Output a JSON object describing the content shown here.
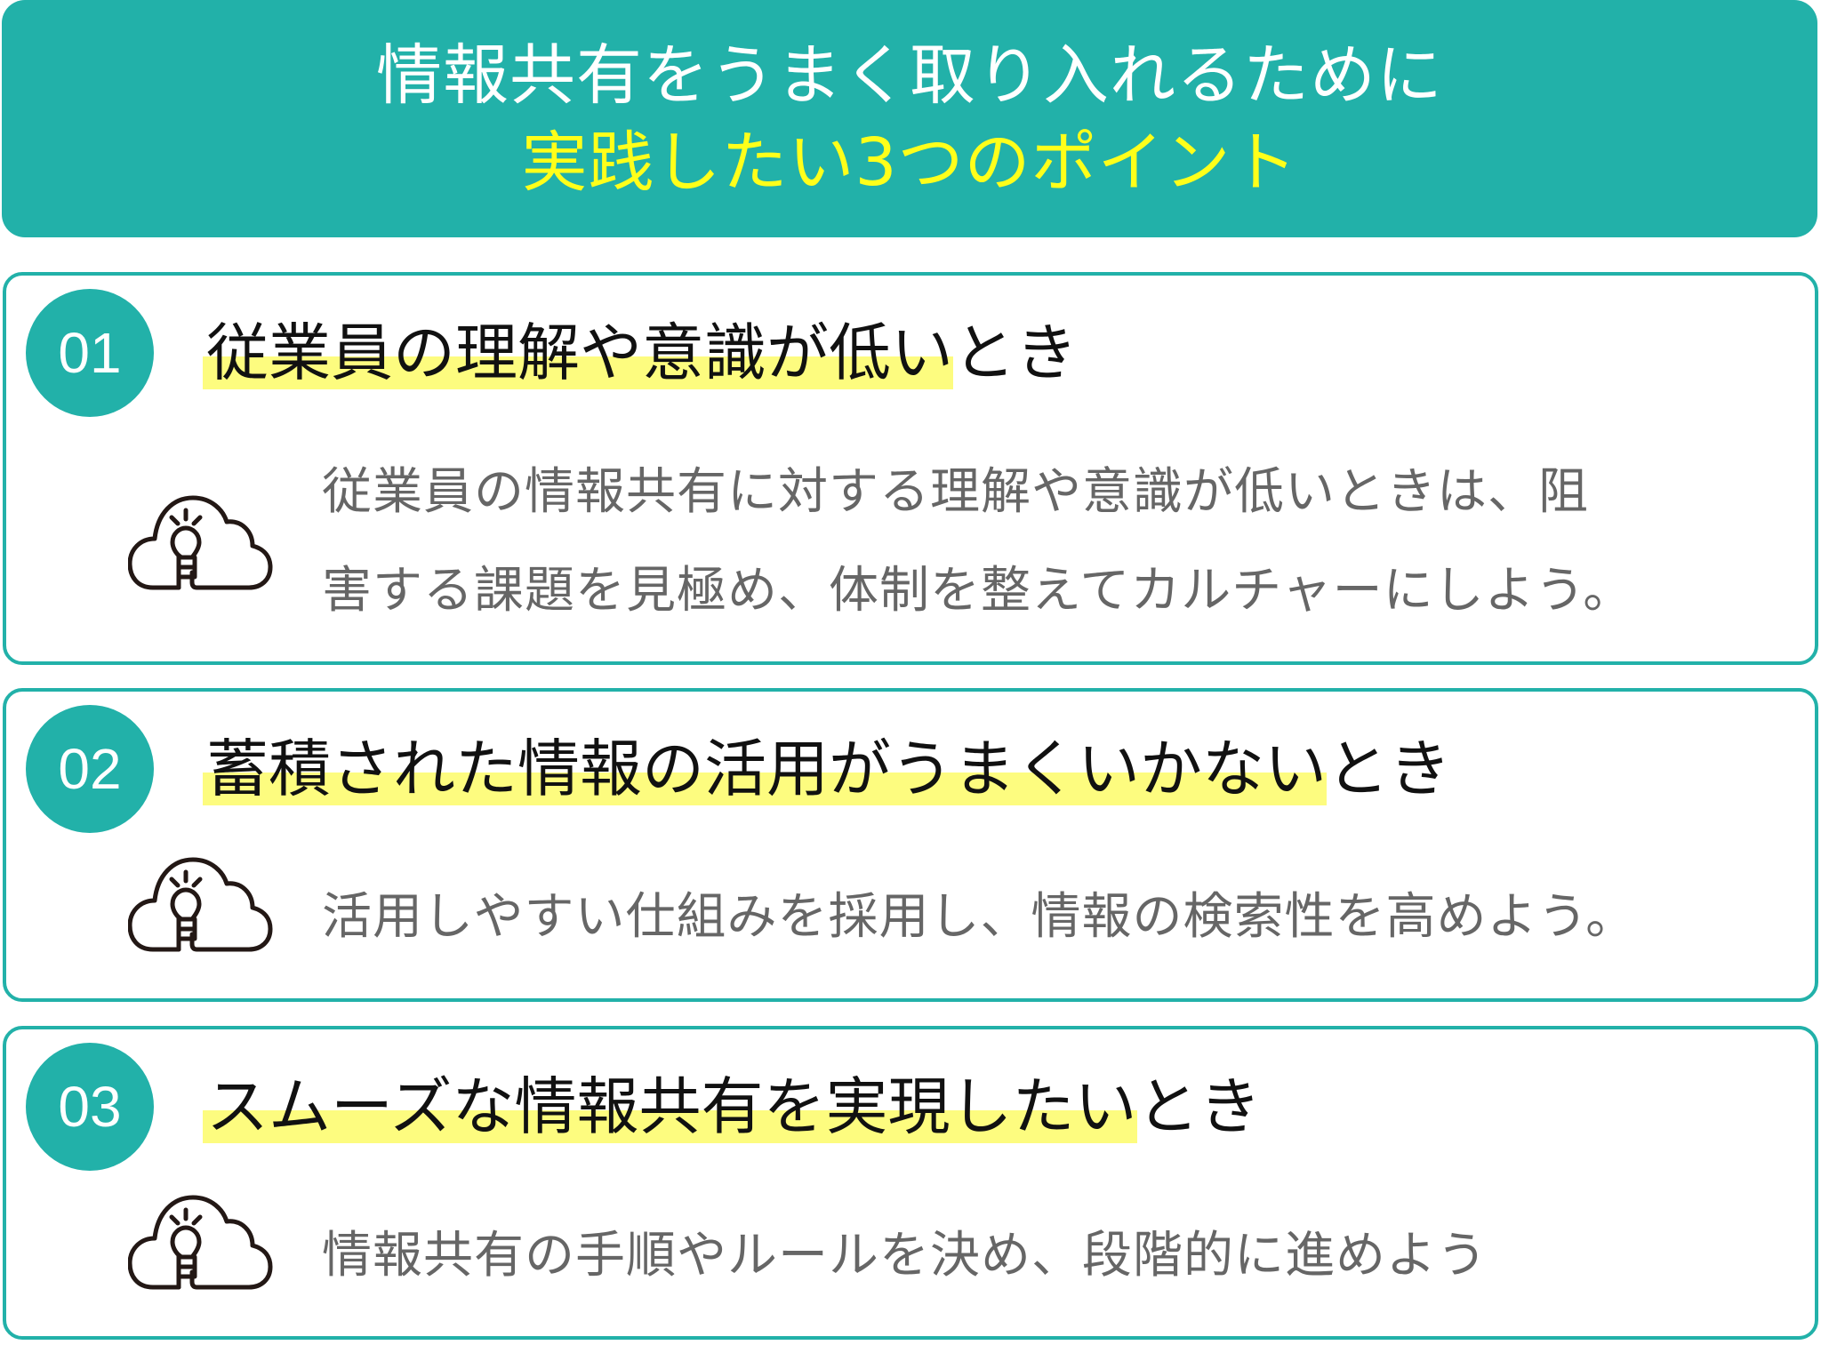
{
  "header": {
    "line1": "情報共有をうまく取り入れるために",
    "line2": "実践したい3つのポイント"
  },
  "colors": {
    "accent": "#22b1a9",
    "header_highlight_text": "#ffff1a",
    "title_marker": "#fdfc7f",
    "body_text": "#666666"
  },
  "points": [
    {
      "number": "01",
      "title_highlight": "従業員の理解や意識が低い",
      "title_rest": "とき",
      "icon": "cloud-lightbulb-icon",
      "body_lines": [
        "従業員の情報共有に対する理解や意識が低いときは、阻",
        "害する課題を見極め、体制を整えてカルチャーにしよう。"
      ]
    },
    {
      "number": "02",
      "title_highlight": "蓄積された情報の活用がうまくいかない",
      "title_rest": "とき",
      "icon": "cloud-lightbulb-icon",
      "body_lines": [
        "活用しやすい仕組みを採用し、情報の検索性を高めよう。"
      ]
    },
    {
      "number": "03",
      "title_highlight": "スムーズな情報共有を実現したい",
      "title_rest": "とき",
      "icon": "cloud-lightbulb-icon",
      "body_lines": [
        "情報共有の手順やルールを決め、段階的に進めよう"
      ]
    }
  ]
}
